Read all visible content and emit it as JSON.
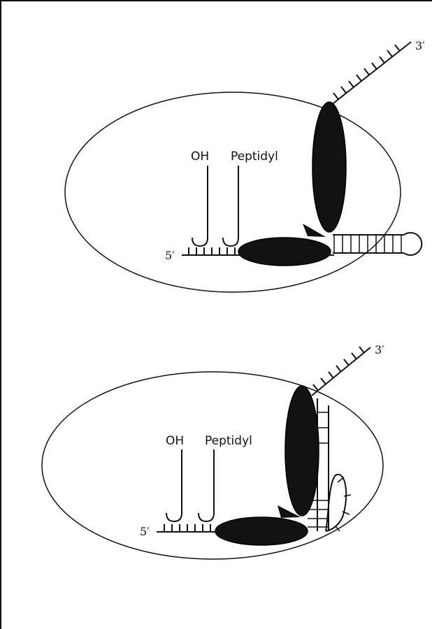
{
  "panels": [
    {
      "label_oh": "OH",
      "label_peptidyl": "Peptidyl",
      "label_5prime": "5′",
      "label_3prime": "3′"
    },
    {
      "label_oh": "OH",
      "label_peptidyl": "Peptidyl",
      "label_5prime": "5′",
      "label_3prime": "3′"
    }
  ],
  "colors": {
    "ink": "#111111",
    "background": "#ffffff"
  }
}
